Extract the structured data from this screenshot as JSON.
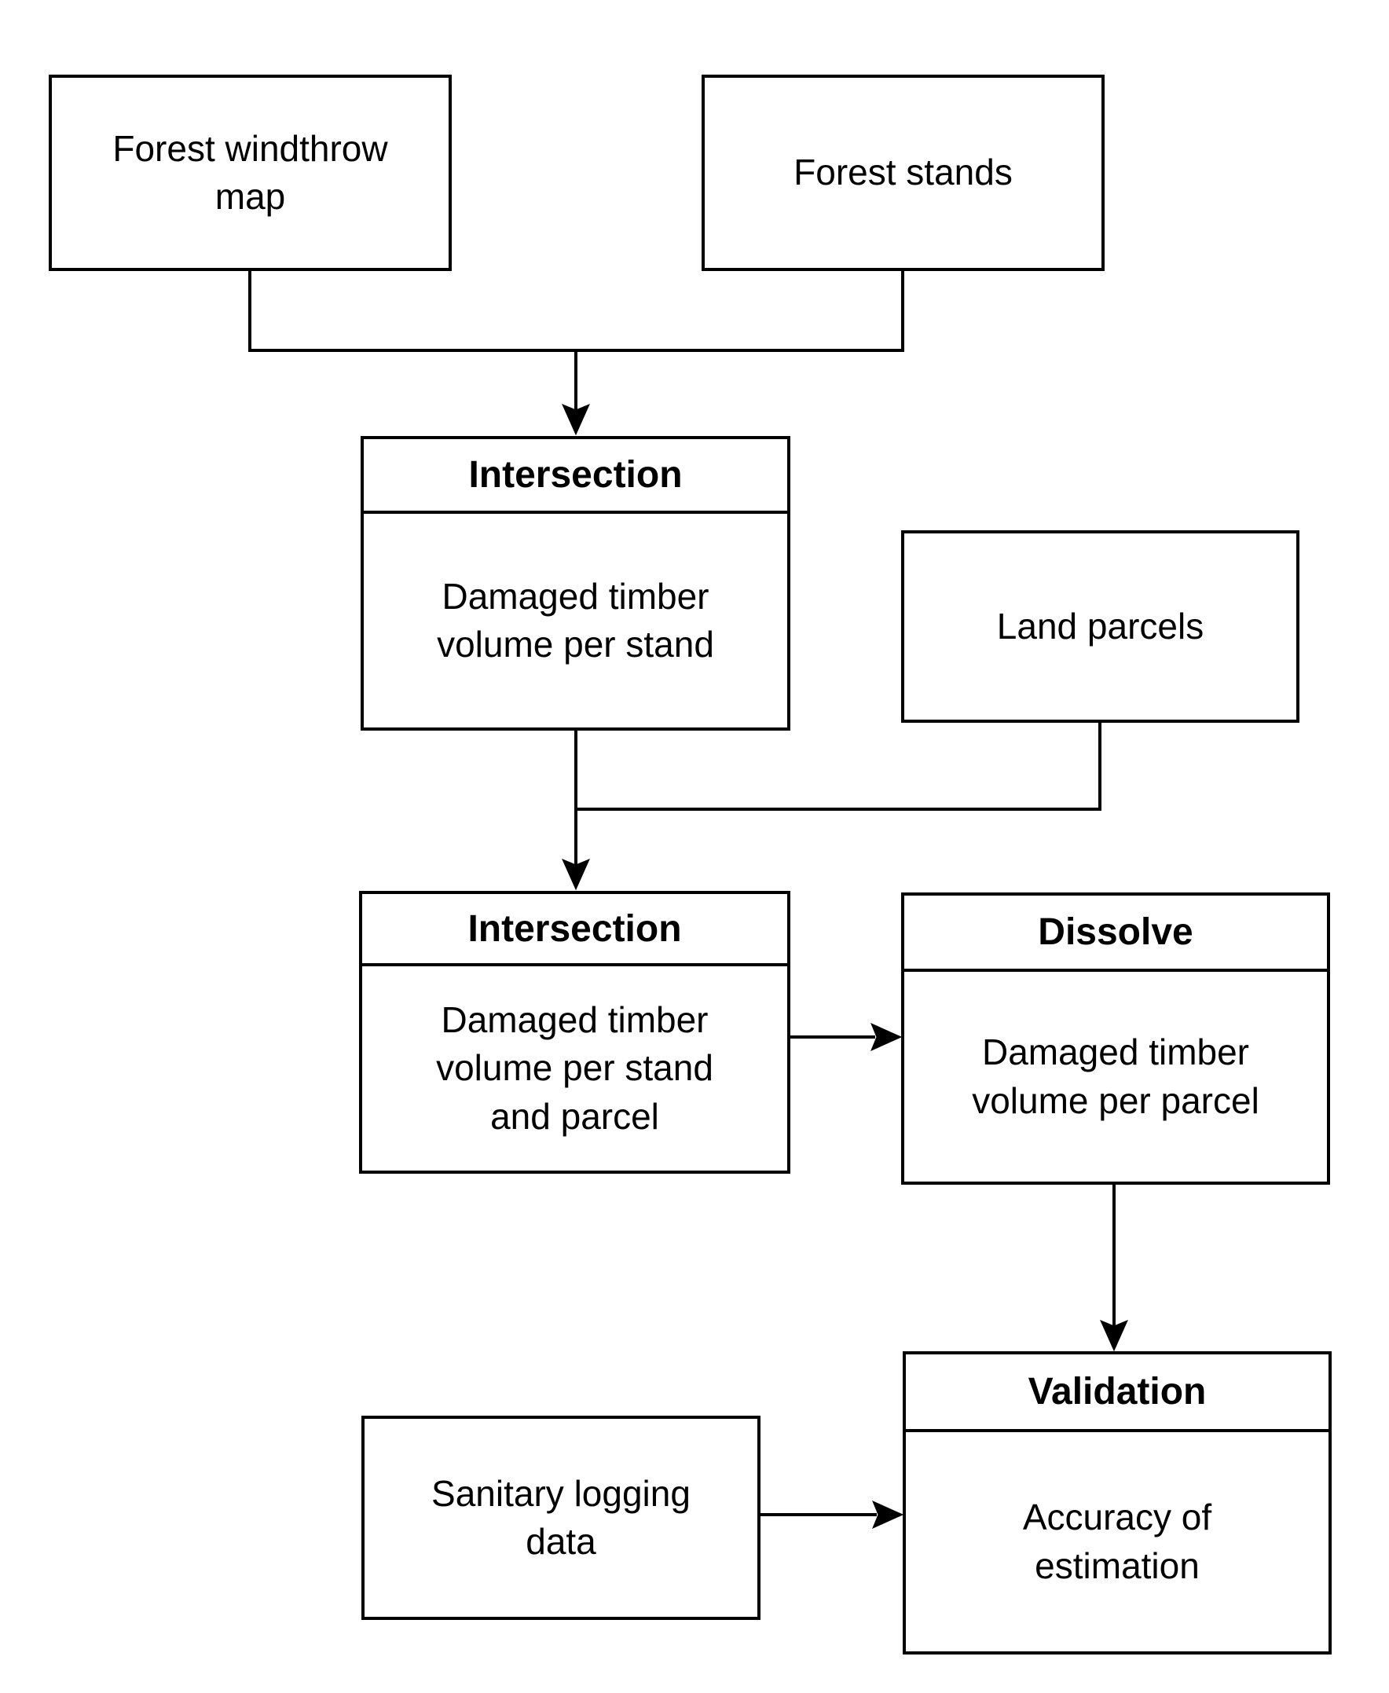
{
  "diagram": {
    "type": "flowchart",
    "nodes": [
      {
        "id": "forest-windthrow-map",
        "label": "Forest windthrow map"
      },
      {
        "id": "forest-stands",
        "label": "Forest stands"
      },
      {
        "id": "intersection-1",
        "title": "Intersection",
        "body": "Damaged timber volume per stand"
      },
      {
        "id": "land-parcels",
        "label": "Land parcels"
      },
      {
        "id": "intersection-2",
        "title": "Intersection",
        "body": "Damaged timber volume per stand and parcel"
      },
      {
        "id": "dissolve",
        "title": "Dissolve",
        "body": "Damaged timber volume per parcel"
      },
      {
        "id": "validation",
        "title": "Validation",
        "body": "Accuracy of estimation"
      },
      {
        "id": "sanitary-logging-data",
        "label": "Sanitary logging data"
      }
    ],
    "edges": [
      {
        "from": "forest-windthrow-map",
        "to": "intersection-1"
      },
      {
        "from": "forest-stands",
        "to": "intersection-1"
      },
      {
        "from": "intersection-1",
        "to": "intersection-2"
      },
      {
        "from": "land-parcels",
        "to": "intersection-2"
      },
      {
        "from": "intersection-2",
        "to": "dissolve"
      },
      {
        "from": "dissolve",
        "to": "validation"
      },
      {
        "from": "sanitary-logging-data",
        "to": "validation"
      }
    ],
    "colors": {
      "stroke": "#000000",
      "fill": "#ffffff",
      "text": "#000000"
    }
  }
}
